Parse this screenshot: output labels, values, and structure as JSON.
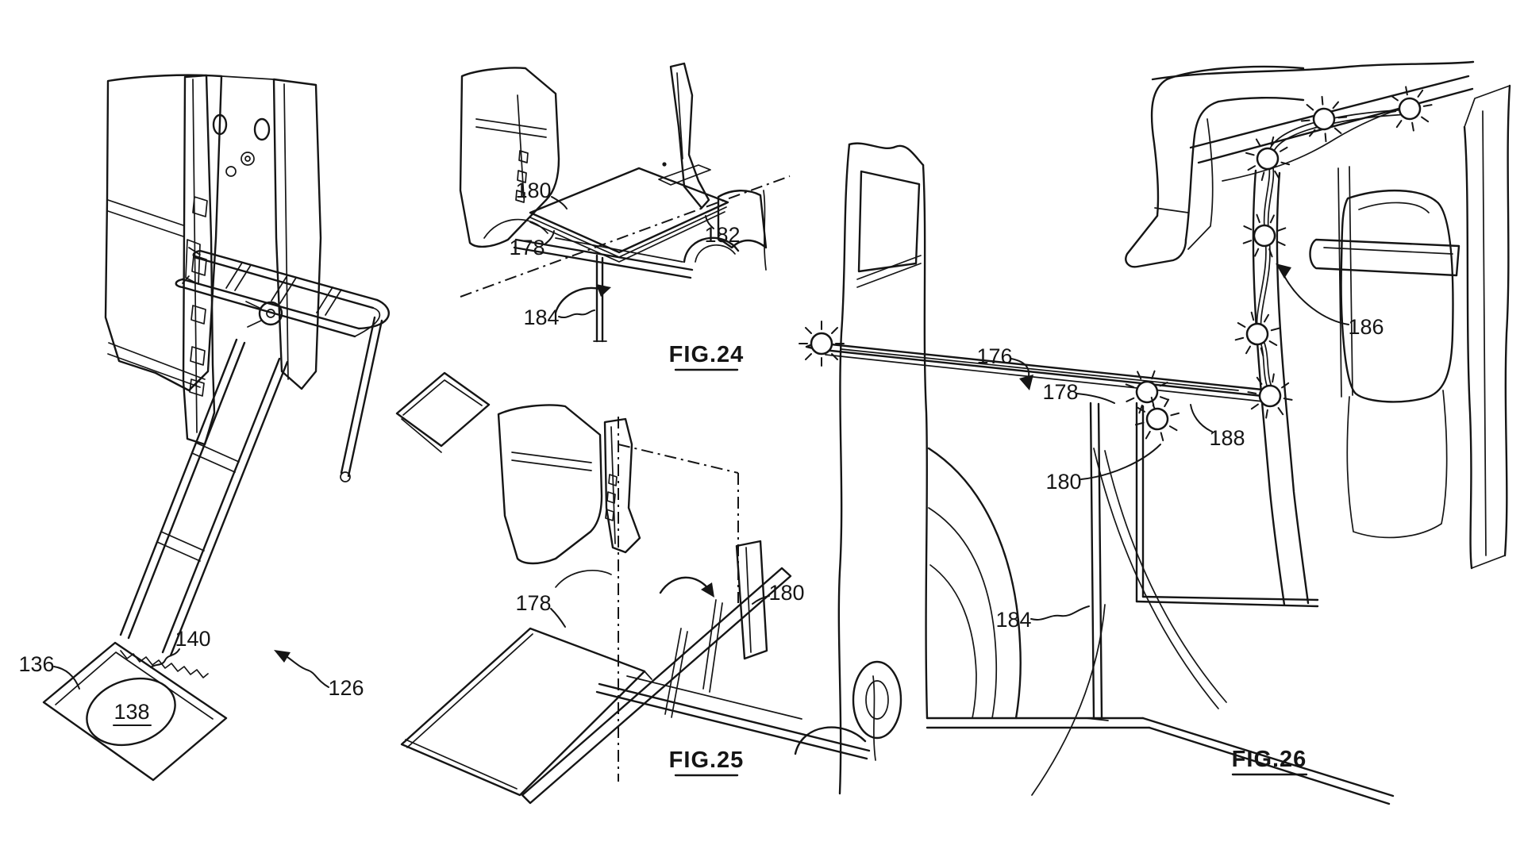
{
  "page": {
    "title": "Patent drawing sheet - vehicle step and fold-out table figures",
    "background_color": "#ffffff",
    "ink_color": "#151515"
  },
  "figures": {
    "step": {
      "name": "Step plate and ladder assembly view",
      "labels": {
        "l126": "126",
        "l136": "136",
        "l138": "138",
        "l140": "140"
      }
    },
    "fig24": {
      "caption": "FIG.24",
      "labels": {
        "l178": "178",
        "l180": "180",
        "l182": "182",
        "l184": "184"
      }
    },
    "fig25": {
      "caption": "FIG.25",
      "labels": {
        "l178": "178",
        "l180": "180"
      }
    },
    "fig26": {
      "caption": "FIG.26",
      "labels": {
        "l176": "176",
        "l178": "178",
        "l180": "180",
        "l184": "184",
        "l186": "186",
        "l188": "188"
      }
    }
  }
}
